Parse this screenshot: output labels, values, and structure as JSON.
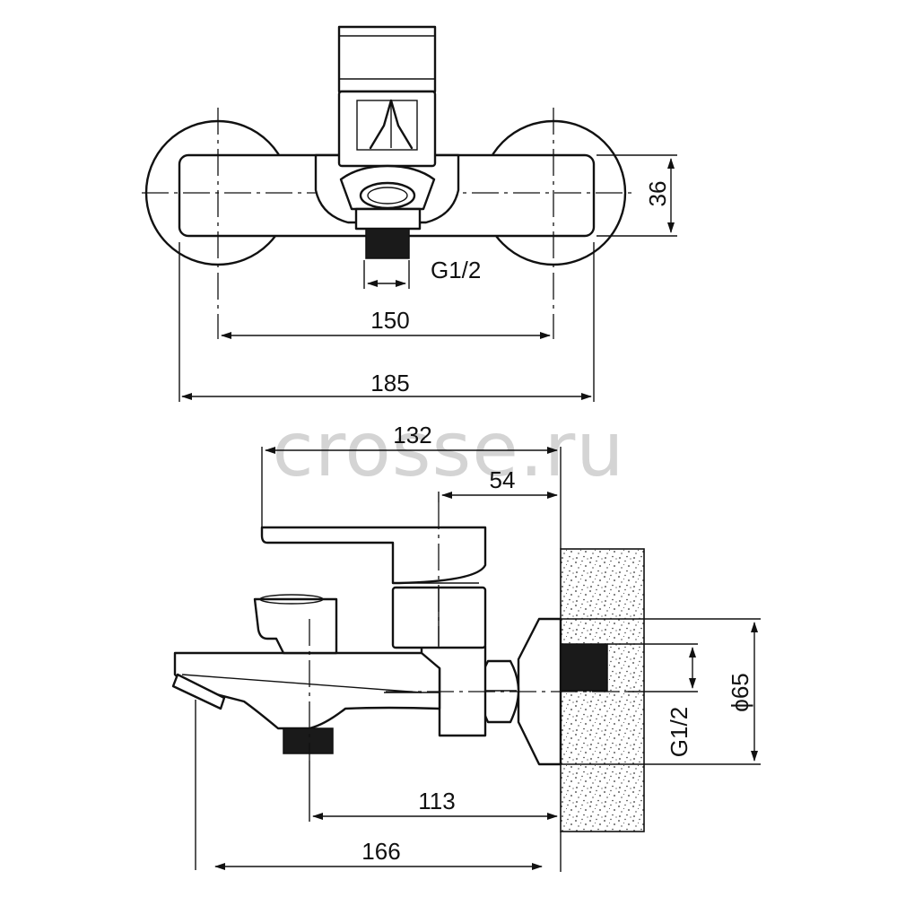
{
  "watermark": "crosse.ru",
  "top_view": {
    "dim_height": "36",
    "dim_thread": "G1/2",
    "dim_centers": "150",
    "dim_overall": "185"
  },
  "side_view": {
    "dim_lever_reach": "132",
    "dim_lever_base": "54",
    "dim_outlet": "113",
    "dim_spout": "166",
    "dim_flange": "ϕ65",
    "dim_thread": "G1/2"
  }
}
